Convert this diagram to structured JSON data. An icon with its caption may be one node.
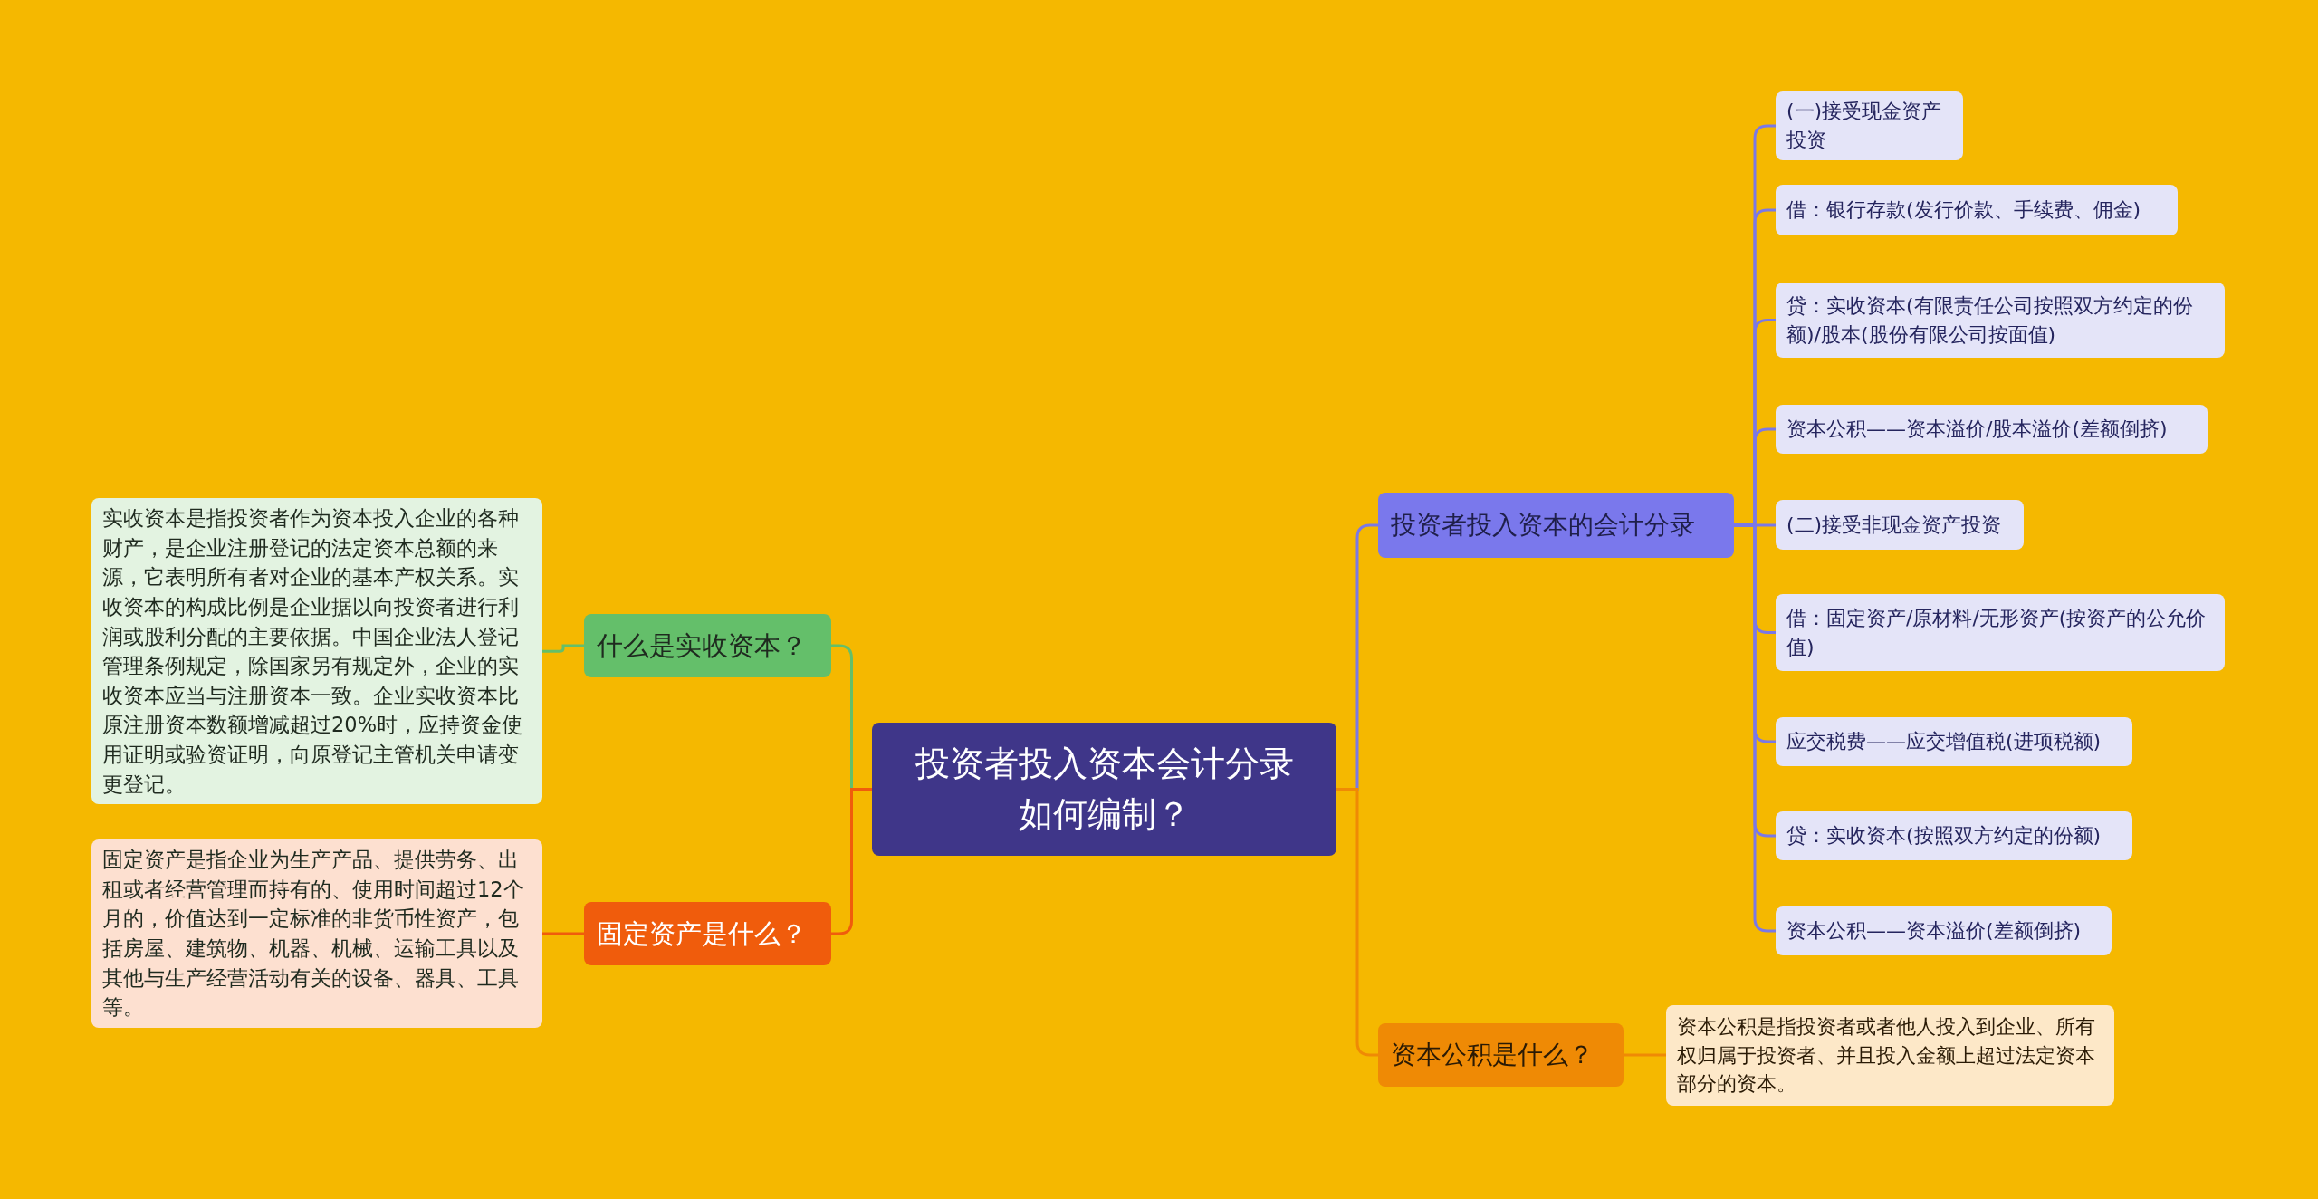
{
  "diagram": {
    "nodes": [
      {
        "text": [
          "投资者投入资本会计分录如何编制？"
        ]
      },
      {
        "text": [
          "什么是实收资本？"
        ]
      },
      {
        "text": [
          "实收资本是指投资者作为资本投入企业的各种财产，是企业注册登记的法定资本总额的来源，它表明所有者对企业的基本产权关系。实收资本的构成比例是企业据以向投资者进行利润或股利分配的主要依据。中国企业法人登记管理条例规定，除国家另有规定外，企业的实收资本应当与注册资本一致。企业实收资本比原注册资本数额增减超过20%时，应持资金使用证明或验资证明，向原登记主管机关申请变更登记。"
        ]
      },
      {
        "text": [
          "固定资产是什么？"
        ]
      },
      {
        "text": [
          "固定资产是指企业为生产产品、提供劳务、出租或者经营管理而持有的、使用时间超过12个月的，价值达到一定标准的非货币性资产，包括房屋、建筑物、机器、机械、运输工具以及其他与生产经营活动有关的设备、器具、工具等。"
        ]
      },
      {
        "text": [
          "投资者投入资本的会计分录"
        ]
      },
      {
        "text": [
          "(一)接受现金资产投资"
        ]
      },
      {
        "text": [
          "借：银行存款(发行价款、手续费、佣金)"
        ]
      },
      {
        "text": [
          "贷：实收资本(有限责任公司按照双方约定的份额)/股本(股份有限公司按面值)"
        ]
      },
      {
        "text": [
          "资本公积——资本溢价/股本溢价(差额倒挤)"
        ]
      },
      {
        "text": [
          "(二)接受非现金资产投资"
        ]
      },
      {
        "text": [
          "借：固定资产/原材料/无形资产(按资产的公允价值)"
        ]
      },
      {
        "text": [
          "应交税费——应交增值税(进项税额)"
        ]
      },
      {
        "text": [
          "贷：实收资本(按照双方约定的份额)"
        ]
      },
      {
        "text": [
          "资本公积——资本溢价(差额倒挤)"
        ]
      },
      {
        "text": [
          "资本公积是什么？"
        ]
      },
      {
        "text": [
          "资本公积是指投资者或者他人投入到企业、所有权归属于投资者、并且投入金额上超过法定资本部分的资本。"
        ]
      }
    ],
    "edges": [
      {
        "from": 0,
        "to": 1,
        "arrow": "none",
        "color": "#64bf6a"
      },
      {
        "from": 1,
        "to": 2,
        "arrow": "none",
        "color": "#64bf6a"
      },
      {
        "from": 0,
        "to": 3,
        "arrow": "none",
        "color": "#f05c0c"
      },
      {
        "from": 3,
        "to": 4,
        "arrow": "none",
        "color": "#f05c0c"
      },
      {
        "from": 0,
        "to": 5,
        "arrow": "none"
      },
      {
        "from": 5,
        "to": 6,
        "arrow": "none"
      },
      {
        "from": 5,
        "to": 7,
        "arrow": "none"
      },
      {
        "from": 5,
        "to": 8,
        "arrow": "none"
      },
      {
        "from": 5,
        "to": 9,
        "arrow": "none"
      },
      {
        "from": 5,
        "to": 10,
        "arrow": "none"
      },
      {
        "from": 5,
        "to": 11,
        "arrow": "none"
      },
      {
        "from": 5,
        "to": 12,
        "arrow": "none"
      },
      {
        "from": 5,
        "to": 13,
        "arrow": "none"
      },
      {
        "from": 5,
        "to": 14,
        "arrow": "none"
      },
      {
        "from": 0,
        "to": 15,
        "arrow": "none",
        "color": "#ef8a05"
      },
      {
        "from": 15,
        "to": 16,
        "arrow": "none",
        "color": "#ef8a05"
      }
    ]
  }
}
